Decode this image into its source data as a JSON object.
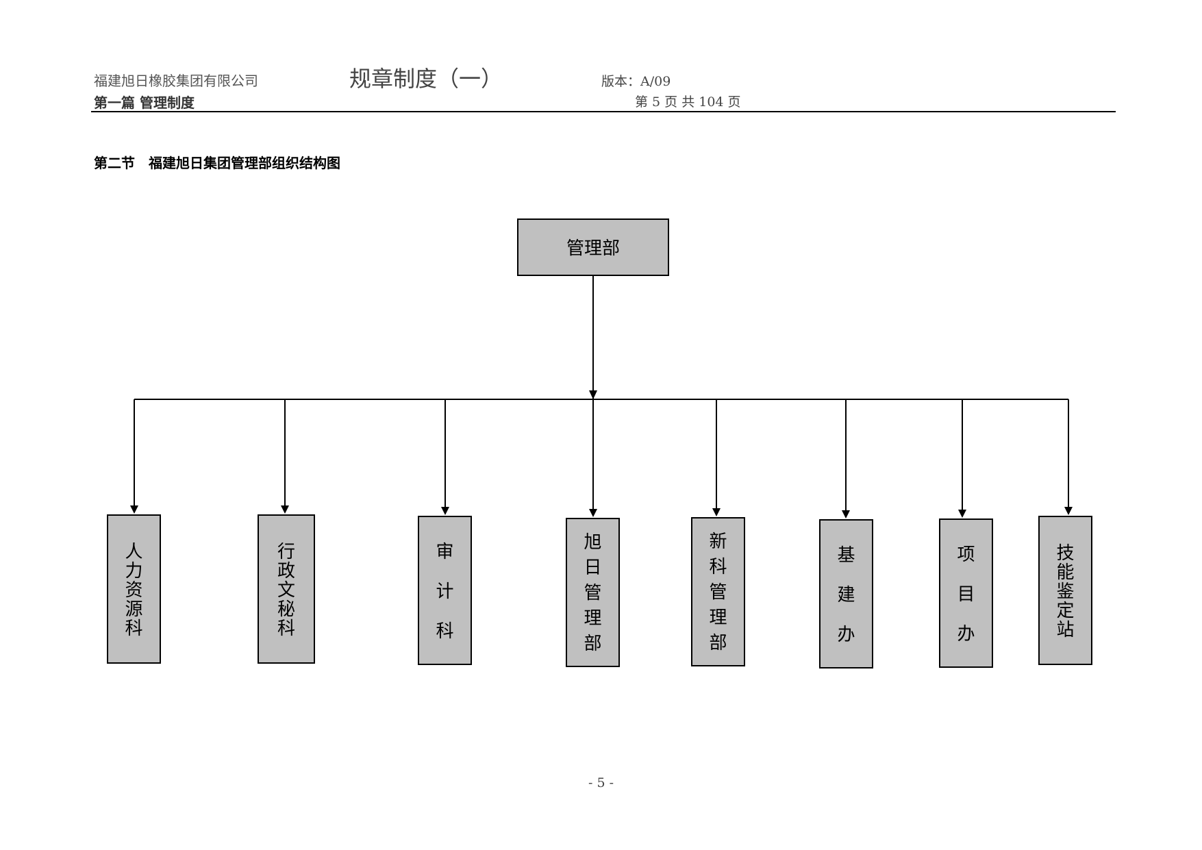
{
  "header": {
    "company": "福建旭日橡胶集团有限公司",
    "doc_title": "规章制度（一）",
    "version": "版本：A/09",
    "chapter": "第一篇 管理制度",
    "page_of": "第 5 页 共 104 页"
  },
  "section_title": "第二节　福建旭日集团管理部组织结构图",
  "org_chart": {
    "root": "管理部",
    "departments": [
      "人力资源科",
      "行政文秘科",
      "审计科",
      "旭日管理部",
      "新科管理部",
      "基建办",
      "项目办",
      "技能鉴定站"
    ]
  },
  "footer": {
    "page_number": "- 5 -"
  }
}
